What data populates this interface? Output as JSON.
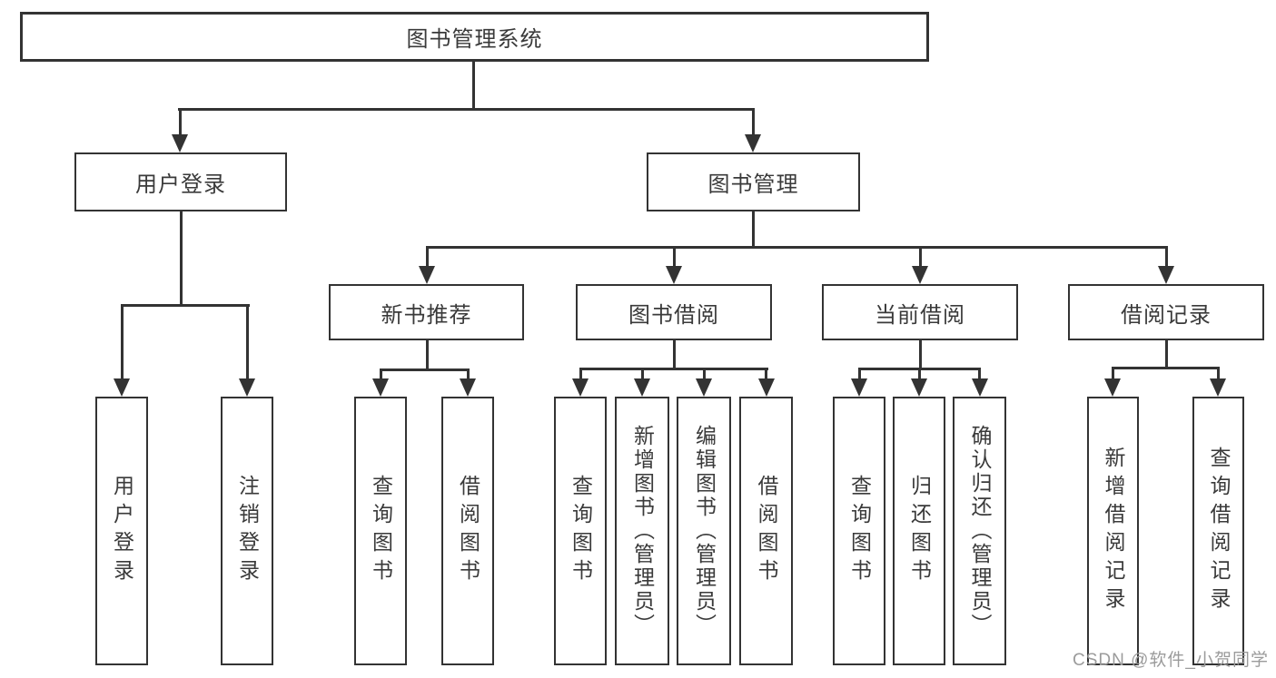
{
  "tree": {
    "root": {
      "label": "图书管理系统",
      "children": [
        {
          "label": "用户登录",
          "children": [
            {
              "label": "用户登录"
            },
            {
              "label": "注销登录"
            }
          ]
        },
        {
          "label": "图书管理",
          "children": [
            {
              "label": "新书推荐",
              "children": [
                {
                  "label": "查询图书"
                },
                {
                  "label": "借阅图书"
                }
              ]
            },
            {
              "label": "图书借阅",
              "children": [
                {
                  "label": "查询图书"
                },
                {
                  "label": "新增图书（管理员）"
                },
                {
                  "label": "编辑图书（管理员）"
                },
                {
                  "label": "借阅图书"
                }
              ]
            },
            {
              "label": "当前借阅",
              "children": [
                {
                  "label": "查询图书"
                },
                {
                  "label": "归还图书"
                },
                {
                  "label": "确认归还（管理员）"
                }
              ]
            },
            {
              "label": "借阅记录",
              "children": [
                {
                  "label": "新增借阅记录"
                },
                {
                  "label": "查询借阅记录"
                }
              ]
            }
          ]
        }
      ]
    }
  },
  "watermark": {
    "text": "CSDN @软件_小贺同学"
  },
  "colors": {
    "line": "#333333",
    "text": "#3a3a3a",
    "watermark": "#9b9b9b",
    "background": "#ffffff"
  }
}
